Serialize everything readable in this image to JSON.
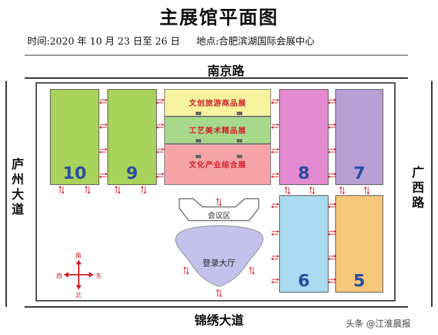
{
  "header": {
    "title": "主展馆平面图",
    "time": "时间:2020 年 10 月 23 日至 26 日",
    "location": "地点:合肥滨湖国际会展中心"
  },
  "roads": {
    "north": "南京路",
    "south": "锦绣大道",
    "west": [
      "庐",
      "州",
      "大",
      "道"
    ],
    "east": [
      "广",
      "西",
      "路"
    ]
  },
  "halls": [
    {
      "id": "10",
      "color": "#a9d35a"
    },
    {
      "id": "9",
      "color": "#a9d35a"
    },
    {
      "id": "8",
      "color": "#e48ad0"
    },
    {
      "id": "7",
      "color": "#b8a0d6"
    },
    {
      "id": "6",
      "color": "#a9daf0"
    },
    {
      "id": "5",
      "color": "#f6c77a"
    }
  ],
  "central_zones": [
    {
      "label": "文创旅游商品展",
      "color": "#f6f29e"
    },
    {
      "label": "工艺美术精品展",
      "color": "#a8d98a"
    },
    {
      "label": "文化产业综合展",
      "color": "#f5a3a8"
    }
  ],
  "meeting_area": {
    "label": "会议区"
  },
  "registration_hall": {
    "label": "登录大厅",
    "color": "#c4c1ec"
  },
  "compass": {
    "north": "南",
    "south": "北",
    "east": "东",
    "west": "西"
  },
  "watermark": "头条 @江淮晨报",
  "colors": {
    "arrow": "#d0202a",
    "hall_number": "#2b4ea0"
  }
}
